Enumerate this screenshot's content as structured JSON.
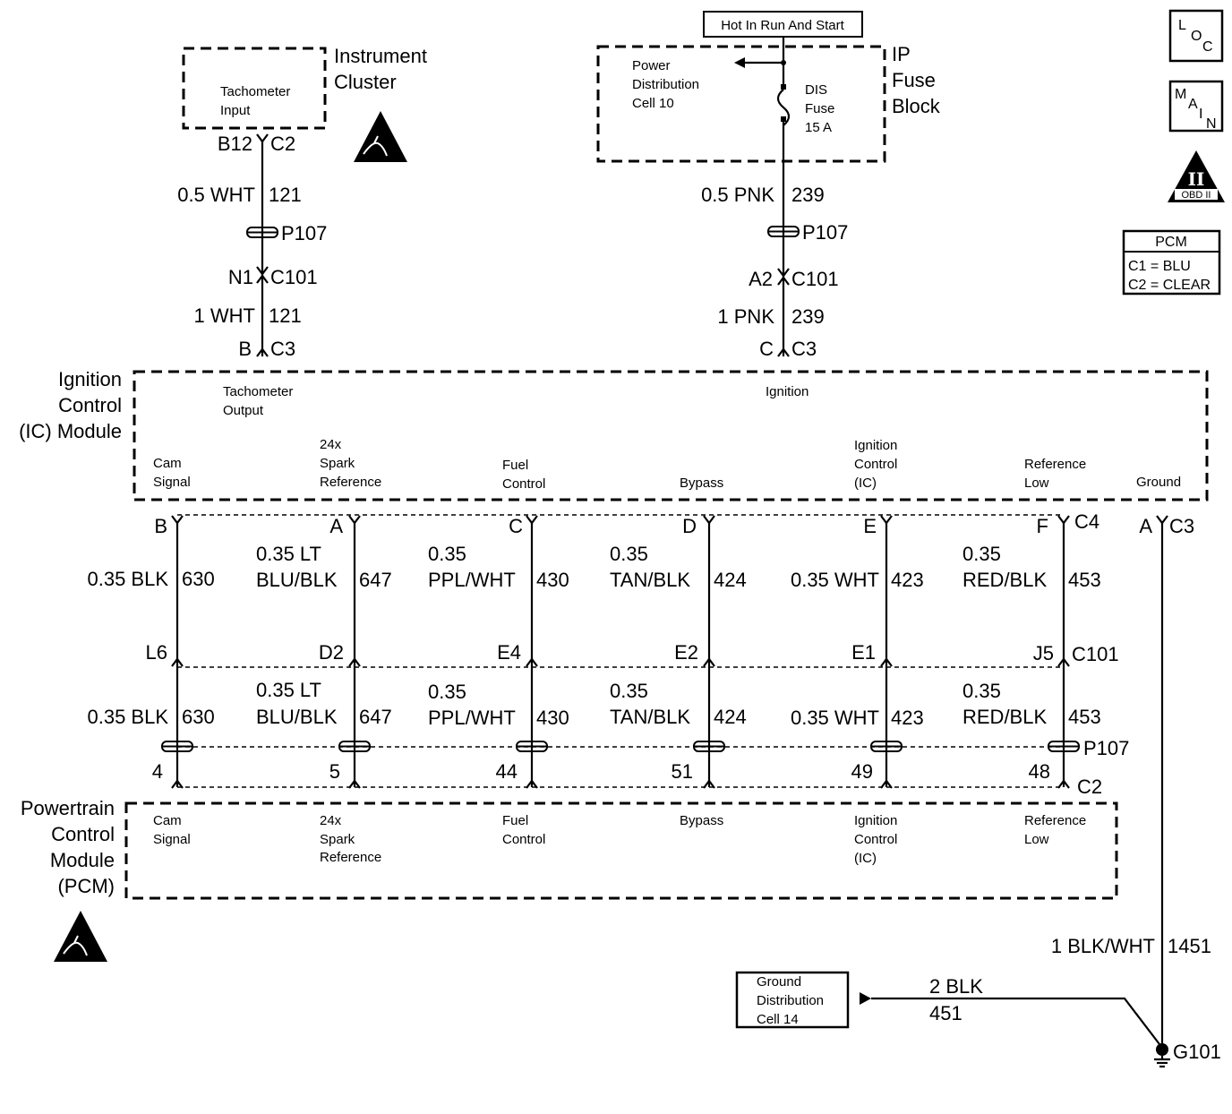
{
  "top_label": "Hot In Run And Start",
  "instrument_cluster": {
    "name_line1": "Instrument",
    "name_line2": "Cluster",
    "input_line1": "Tachometer",
    "input_line2": "Input",
    "pin": "B12",
    "connector": "C2"
  },
  "tach_circuit": {
    "upper_wire": "0.5 WHT",
    "upper_circuit": "121",
    "splice": "P107",
    "inline_pin": "N1",
    "inline_connector": "C101",
    "lower_wire": "1 WHT",
    "lower_circuit": "121",
    "ic_pin": "B",
    "ic_connector": "C3"
  },
  "fuse_block": {
    "name_line1": "IP",
    "name_line2": "Fuse",
    "name_line3": "Block",
    "pd_line1": "Power",
    "pd_line2": "Distribution",
    "pd_line3": "Cell 10",
    "fuse_line1": "DIS",
    "fuse_line2": "Fuse",
    "fuse_line3": "15 A"
  },
  "ign_circuit": {
    "upper_wire": "0.5 PNK",
    "upper_circuit": "239",
    "splice": "P107",
    "inline_pin": "A2",
    "inline_connector": "C101",
    "lower_wire": "1 PNK",
    "lower_circuit": "239",
    "ic_pin": "C",
    "ic_connector": "C3"
  },
  "legend": {
    "loc": [
      "L",
      "O",
      "C"
    ],
    "main": [
      "M",
      "A",
      "I",
      "N"
    ],
    "obd_numeral": "II",
    "obd_text": "OBD II",
    "pcm_title": "PCM",
    "pcm_c1": "C1 = BLU",
    "pcm_c2": "C2 = CLEAR"
  },
  "ic_module": {
    "name_line1": "Ignition",
    "name_line2": "Control",
    "name_line3": "(IC) Module",
    "tach_output_line1": "Tachometer",
    "tach_output_line2": "Output",
    "ignition": "Ignition",
    "ground": "Ground",
    "ground_pin": "A",
    "ground_connector": "C3",
    "c4_connector": "C4",
    "c101_connector": "C101",
    "p107_splice": "P107",
    "c2_connector": "C2"
  },
  "circuits": [
    {
      "label": [
        "Cam",
        "Signal"
      ],
      "ic_pin": "B",
      "wire": [
        "",
        "0.35 BLK"
      ],
      "circuit": "630",
      "c101_pin": "L6",
      "pcm_pin": "4"
    },
    {
      "label": [
        "24x",
        "Spark",
        "Reference"
      ],
      "ic_pin": "A",
      "wire": [
        "0.35 LT",
        "BLU/BLK"
      ],
      "circuit": "647",
      "c101_pin": "D2",
      "pcm_pin": "5"
    },
    {
      "label": [
        "Fuel",
        "Control"
      ],
      "ic_pin": "C",
      "wire": [
        "0.35",
        "PPL/WHT"
      ],
      "circuit": "430",
      "c101_pin": "E4",
      "pcm_pin": "44"
    },
    {
      "label": [
        "",
        "Bypass"
      ],
      "ic_pin": "D",
      "wire": [
        "0.35",
        "TAN/BLK"
      ],
      "circuit": "424",
      "c101_pin": "E2",
      "pcm_pin": "51"
    },
    {
      "label": [
        "Ignition",
        "Control",
        "(IC)"
      ],
      "ic_pin": "E",
      "wire": [
        "",
        "0.35 WHT"
      ],
      "circuit": "423",
      "c101_pin": "E1",
      "pcm_pin": "49"
    },
    {
      "label": [
        "Reference",
        "Low"
      ],
      "ic_pin": "F",
      "wire": [
        "0.35",
        "RED/BLK"
      ],
      "circuit": "453",
      "c101_pin": "J5",
      "pcm_pin": "48"
    }
  ],
  "pcm": {
    "name_line1": "Powertrain",
    "name_line2": "Control",
    "name_line3": "Module",
    "name_line4": "(PCM)"
  },
  "ground": {
    "wire": "1 BLK/WHT",
    "circuit": "1451",
    "gd_line1": "Ground",
    "gd_line2": "Distribution",
    "gd_line3": "Cell 14",
    "gd_wire": "2 BLK",
    "gd_circuit": "451",
    "ground_point": "G101"
  }
}
